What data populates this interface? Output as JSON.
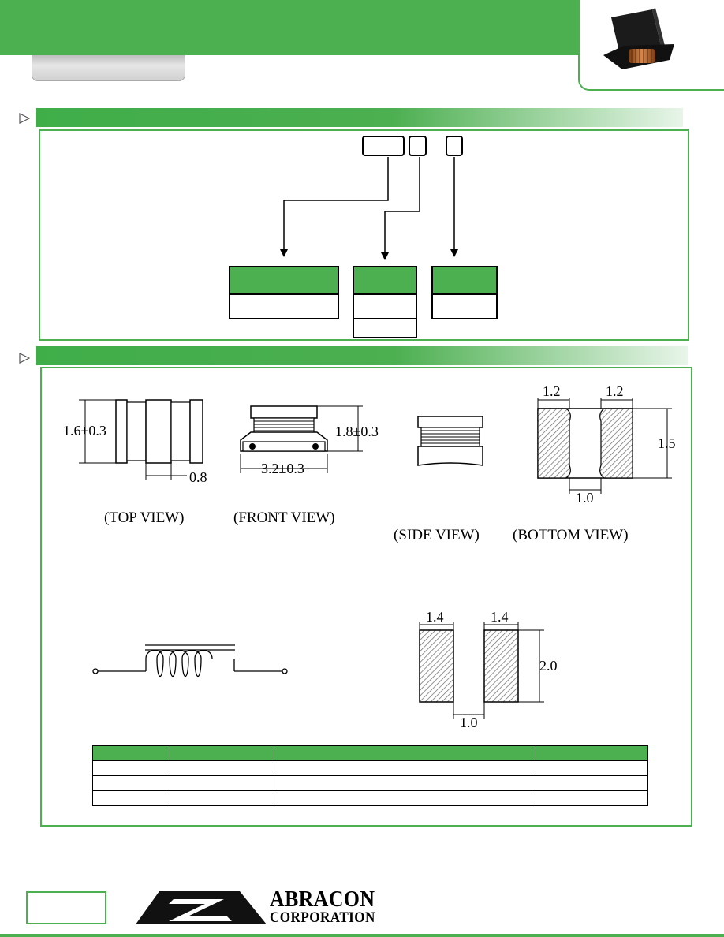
{
  "colors": {
    "brand_green": "#4caf50",
    "hatch": "#888888"
  },
  "dimensions": {
    "top_height": "1.6±0.3",
    "top_pad": "0.8",
    "front_height": "1.8±0.3",
    "front_width": "3.2±0.3",
    "bottom_pad_left": "1.2",
    "bottom_pad_right": "1.2",
    "bottom_height": "1.5",
    "bottom_gap": "1.0",
    "land_left": "1.4",
    "land_right": "1.4",
    "land_height": "2.0",
    "land_gap": "1.0"
  },
  "views": {
    "top": "(TOP VIEW)",
    "front": "(FRONT VIEW)",
    "side": "(SIDE VIEW)",
    "bottom": "(BOTTOM VIEW)"
  },
  "logo": {
    "line1": "ABRACON",
    "line2": "CORPORATION"
  },
  "spec_table": {
    "columns": 4,
    "rows": 3
  }
}
